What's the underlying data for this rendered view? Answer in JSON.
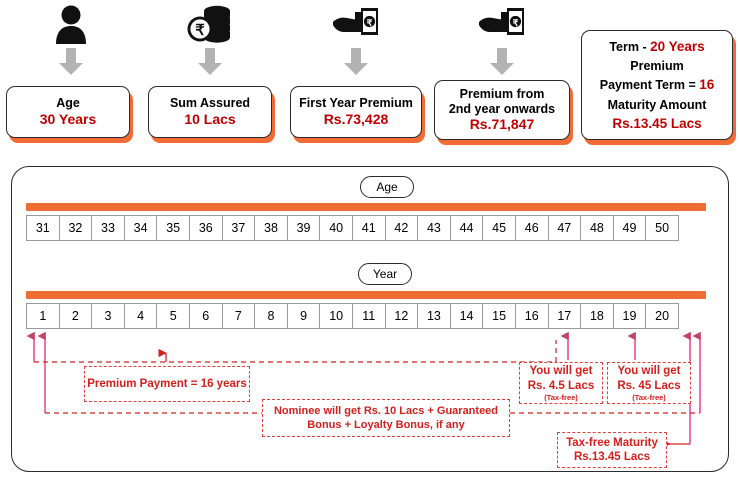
{
  "top_cards": [
    {
      "icon": "person-icon",
      "line1": "Age",
      "value": "30 Years",
      "two_line": false
    },
    {
      "icon": "rupee-coins-icon",
      "line1": "Sum Assured",
      "value": "10 Lacs",
      "two_line": false
    },
    {
      "icon": "hand-cash-icon",
      "line1": "First Year Premium",
      "value": "Rs.73,428",
      "two_line": false
    },
    {
      "icon": "hand-cash-icon",
      "line1": "Premium from",
      "line2": "2nd year onwards",
      "value": "Rs.71,847",
      "two_line": true
    }
  ],
  "summary_card": {
    "term_label": "Term  - ",
    "term_value": "20 Years",
    "premium_label": "Premium",
    "ppt_label": "Payment Term = ",
    "ppt_value": "16",
    "maturity_label": "Maturity Amount",
    "maturity_value": "Rs.13.45 Lacs"
  },
  "timeline": {
    "age_pill": "Age",
    "year_pill": "Year",
    "age_values": [
      "31",
      "32",
      "33",
      "34",
      "35",
      "36",
      "37",
      "38",
      "39",
      "40",
      "41",
      "42",
      "43",
      "44",
      "45",
      "46",
      "47",
      "48",
      "49",
      "50"
    ],
    "year_values": [
      "1",
      "2",
      "3",
      "4",
      "5",
      "6",
      "7",
      "8",
      "9",
      "10",
      "11",
      "12",
      "13",
      "14",
      "15",
      "16",
      "17",
      "18",
      "19",
      "20"
    ]
  },
  "callouts": {
    "premium_payment": "Premium Payment = 16 years",
    "nominee_line1": "Nominee will get Rs. 10 Lacs + Guaranteed",
    "nominee_line2": "Bonus + Loyalty Bonus, if any",
    "payout_16": {
      "line1": "You will get",
      "line2": "Rs. 4.5 Lacs",
      "note": "(Tax-free)"
    },
    "payout_18": {
      "line1": "You will get",
      "line2": "Rs. 45 Lacs",
      "note": "(Tax-free)"
    },
    "maturity": {
      "line1": "Tax-free Maturity",
      "line2": "Rs.13.45 Lacs"
    }
  },
  "colors": {
    "orange": "#ef6c33",
    "red": "#c00000",
    "callout_red": "#d2201c",
    "arrow_red": "#b9234a",
    "gray_arrow": "#b3b3b3"
  }
}
